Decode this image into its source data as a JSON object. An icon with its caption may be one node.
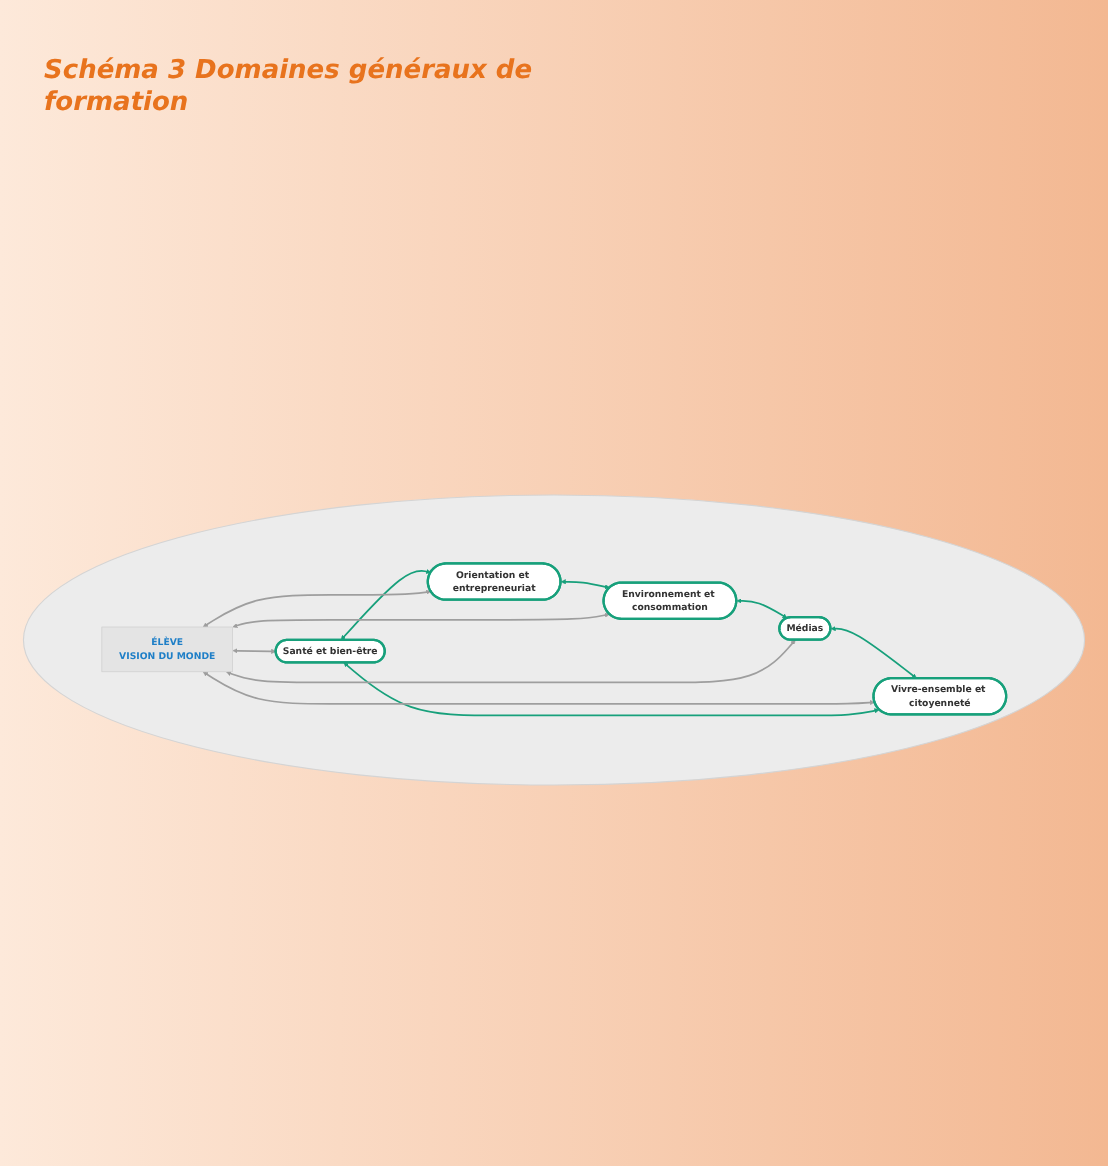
{
  "diagram": {
    "title": "Schéma 3 Domaines généraux de formation",
    "nodes": [
      {
        "text": [],
        "shape": "ellipse"
      },
      {
        "text": [
          "Santé et bien-être"
        ],
        "in": 0
      },
      {
        "text": [
          "Vivre-ensemble et citoyenneté"
        ],
        "in": 0
      },
      {
        "text": [
          "Orientation et entrepreneuriat"
        ],
        "in": 0
      },
      {
        "text": [
          "ÉLÈVE",
          "VISION DU MONDE"
        ],
        "in": 0
      },
      {
        "text": [
          "Médias"
        ],
        "in": 0
      },
      {
        "text": [
          "Environnement et consommation"
        ],
        "in": 0
      }
    ],
    "edges": [
      {
        "from": 2,
        "to": 1,
        "arrow": "both"
      },
      {
        "from": 1,
        "to": 3,
        "arrow": "both"
      },
      {
        "from": 3,
        "to": 6,
        "arrow": "both"
      },
      {
        "from": 6,
        "to": 5,
        "arrow": "both"
      },
      {
        "from": 5,
        "to": 2,
        "arrow": "both"
      },
      {
        "from": 4,
        "to": 1,
        "arrow": "both",
        "color": "#9e9e9e"
      },
      {
        "from": 4,
        "to": 2,
        "arrow": "both",
        "color": "#9e9e9e"
      },
      {
        "from": 4,
        "to": 3,
        "arrow": "both",
        "color": "#9e9e9e"
      },
      {
        "from": 4,
        "to": 5,
        "arrow": "both",
        "color": "#9e9e9e"
      },
      {
        "from": 4,
        "to": 6,
        "arrow": "both",
        "color": "#9e9e9e"
      }
    ]
  }
}
